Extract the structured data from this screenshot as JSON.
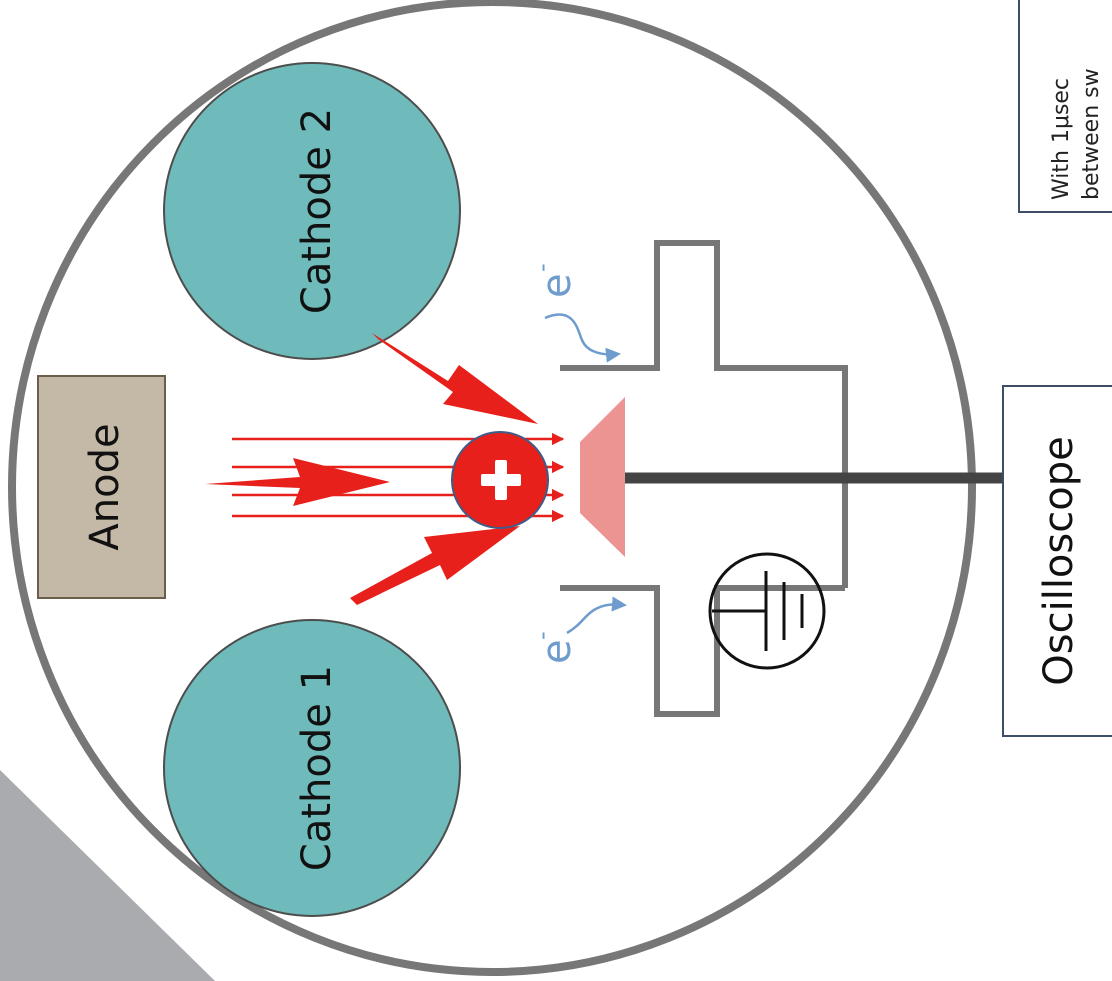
{
  "labels": {
    "anode": "Anode",
    "cathode_1": "Cathode 1",
    "cathode_2": "Cathode 2",
    "oscilloscope": "Oscilloscope",
    "electron_symbol": "e",
    "electron_charge": "-"
  },
  "note": {
    "line1": "With 1μsec",
    "line2": "between sw"
  },
  "colors": {
    "chamber_outline": "#777777",
    "cathode_fill": "#6fbbbb",
    "anode_fill": "#c4b8a6",
    "beam_red": "#e8201c",
    "detector_pink": "#ec9492",
    "electron_blue": "#6e9ccc",
    "corner_gray": "#a9abae"
  }
}
